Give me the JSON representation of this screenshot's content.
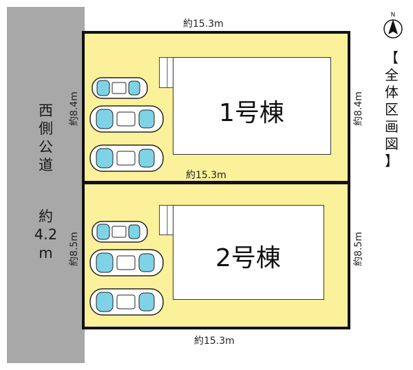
{
  "road": {
    "name_chars": [
      "西",
      "側",
      "公",
      "道"
    ],
    "width_lines": [
      "約",
      "4.2",
      "m"
    ]
  },
  "dimensions": {
    "lot1_top": "約15.3m",
    "lot1_left": "約8.4m",
    "lot1_right": "約8.4m",
    "lot_divider": "約15.3m",
    "lot2_left": "約8.5m",
    "lot2_right": "約8.5m",
    "lot2_bottom": "約15.3m"
  },
  "buildings": {
    "building1": "1号棟",
    "building2": "2号棟"
  },
  "overview_title_chars": [
    "【",
    "全",
    "体",
    "区",
    "画",
    "図",
    "】"
  ],
  "compass": {
    "label": "N",
    "icon": "north-arrow-icon"
  },
  "colors": {
    "lot_fill": "#faf19a",
    "road_fill": "#a8a8a8",
    "car_glass": "#7fd3e6",
    "building_fill": "#ffffff"
  },
  "parking": {
    "lot1_spaces": 3,
    "lot2_spaces": 3
  }
}
